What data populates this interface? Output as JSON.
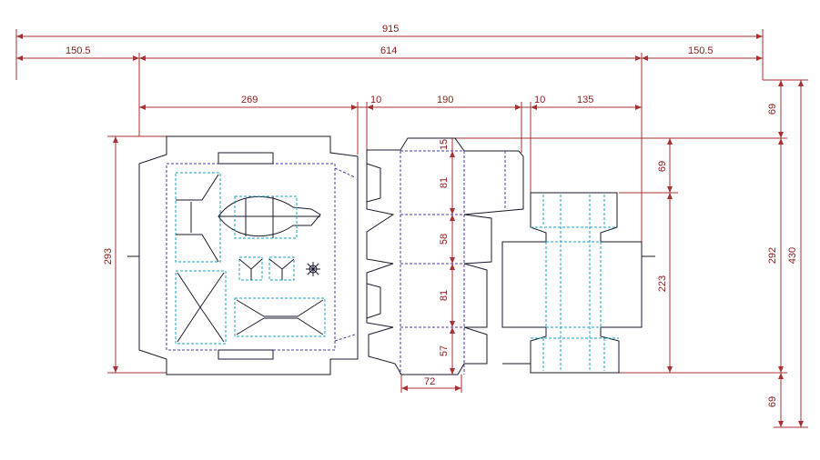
{
  "diagram": {
    "colors": {
      "dimension": "#a83232",
      "cut_line": "#1a1a2e",
      "fold_line": "#4b3ca8",
      "crease_line": "#1aa3c4"
    },
    "dimensions": {
      "total_width": "915",
      "left_margin": "150.5",
      "inner_width": "614",
      "right_margin": "150.5",
      "panel_a_width": "269",
      "gap_a": "10",
      "panel_b_width": "190",
      "gap_b": "10",
      "panel_c_width": "135",
      "right_top_offset": "69",
      "right_inner_height": "292",
      "right_total_height": "430",
      "right_bottom_offset": "69",
      "left_height": "293",
      "mid_top": "15",
      "mid_81_a": "81",
      "mid_58": "58",
      "mid_81_b": "81",
      "mid_57": "57",
      "tray_top_offset": "69",
      "tray_height": "223",
      "bottom_width": "72"
    }
  }
}
